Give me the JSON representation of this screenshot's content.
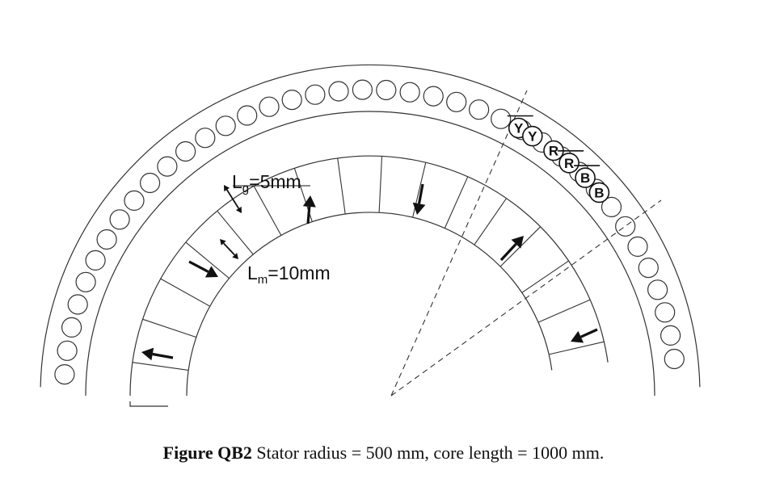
{
  "diagram": {
    "airgap_label": {
      "main": "L",
      "sub": "g",
      "rest": "=5mm"
    },
    "magnet_label": {
      "main": "L",
      "sub": "m",
      "rest": "=10mm"
    },
    "phase_coils": [
      {
        "letter": "Y",
        "overbar": true
      },
      {
        "letter": "Y",
        "overbar": false
      },
      {
        "letter": "R",
        "overbar": false
      },
      {
        "letter": "R",
        "overbar": true
      },
      {
        "letter": "B",
        "overbar": true
      },
      {
        "letter": "B",
        "overbar": false
      }
    ],
    "colors": {
      "stroke": "#333333",
      "arrow": "#111111",
      "background": "#ffffff"
    }
  },
  "caption": {
    "label": "Figure QB2",
    "text": " Stator radius = 500 mm, core length = 1000 mm."
  }
}
